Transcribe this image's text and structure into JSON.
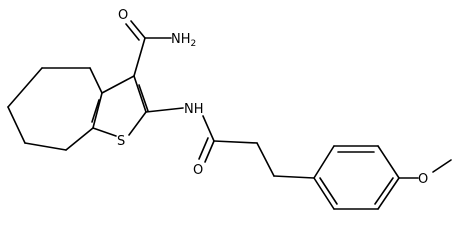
{
  "molecule": {
    "atom_labels": {
      "amide_nh2": "NH",
      "amide_nh2_sub": "2",
      "amide_o": "O",
      "thiophene_s": "S",
      "amide_nh": "NH",
      "carbonyl_o": "O",
      "methoxy_o": "O"
    }
  }
}
